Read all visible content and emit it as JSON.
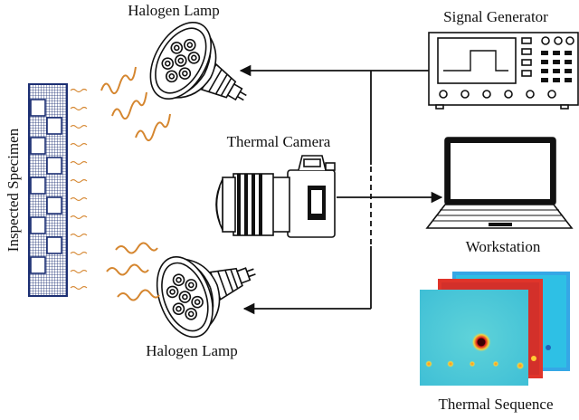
{
  "labels": {
    "lamp_top": "Halogen Lamp",
    "lamp_bottom": "Halogen Lamp",
    "signal_generator": "Signal Generator",
    "thermal_camera": "Thermal Camera",
    "workstation": "Workstation",
    "thermal_sequence": "Thermal Sequence",
    "specimen": "Inspected Specimen"
  },
  "colors": {
    "specimen": "#1c2f73",
    "heat_wave": "#d5862f",
    "line": "#111111",
    "frame_front_base": "#4dc9d8",
    "frame_middle": "#e0342a",
    "frame_back": "#35a7e6",
    "hotspot": "#d8161a"
  },
  "icons": {
    "lamp": "halogen-lamp-icon",
    "camera": "thermal-camera-icon",
    "signal_generator": "signal-generator-icon",
    "laptop": "laptop-icon",
    "sequence": "thermal-image-stack-icon"
  }
}
